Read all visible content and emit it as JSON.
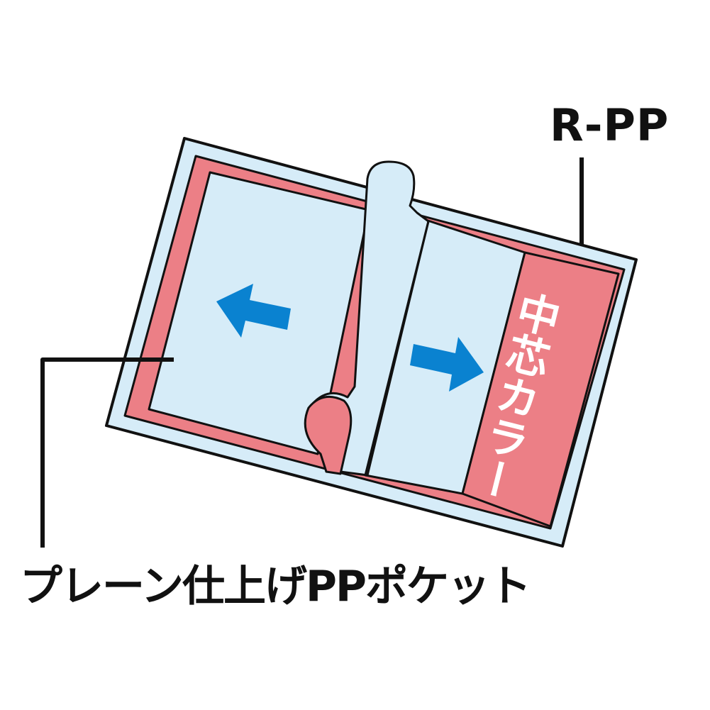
{
  "labels": {
    "cover_material": "R-PP",
    "pocket": "プレーン仕上げPPポケット",
    "core_color": "中芯カラー"
  },
  "icons": {
    "left_arrow": "arrow-left-icon",
    "right_arrow": "arrow-right-icon"
  },
  "colors": {
    "cover": "#d6ecf8",
    "core": "#ec7f86",
    "arrow": "#0a82d0",
    "outline": "#111111"
  }
}
